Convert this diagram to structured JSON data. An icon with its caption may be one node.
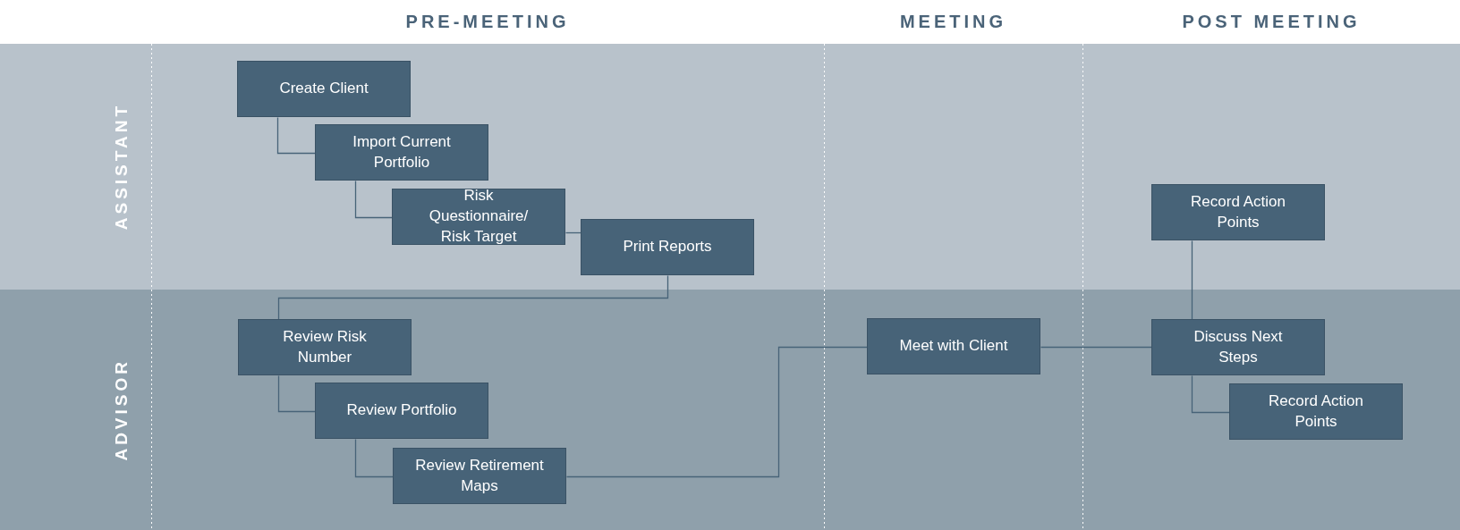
{
  "diagram": {
    "nodes": [
      {
        "text": [
          "ASSISTANT"
        ]
      },
      {
        "text": [
          "Create Client"
        ],
        "in": 0
      },
      {
        "text": [
          "Import Current Portfolio"
        ],
        "in": 0
      },
      {
        "text": [
          "Risk Questionnaire/ Risk Target"
        ],
        "in": 0
      },
      {
        "text": [
          "Print Reports"
        ],
        "in": 0
      },
      {
        "text": [
          "Record Action Points"
        ],
        "in": 0
      },
      {
        "text": [
          "ADVISOR"
        ]
      },
      {
        "text": [
          "Review Risk Number"
        ],
        "in": 6
      },
      {
        "text": [
          "Review Portfolio"
        ],
        "in": 6
      },
      {
        "text": [
          "Review Retirement Maps"
        ],
        "in": 6
      },
      {
        "text": [
          "Meet with Client"
        ],
        "in": 6
      },
      {
        "text": [
          "Discuss Next Steps"
        ],
        "in": 6
      },
      {
        "text": [
          "Record Action Points"
        ],
        "in": 6
      }
    ],
    "edges": [
      {
        "from": 1,
        "to": 2,
        "arrow": "none"
      },
      {
        "from": 2,
        "to": 3,
        "arrow": "none"
      },
      {
        "from": 3,
        "to": 4,
        "arrow": "none"
      },
      {
        "from": 4,
        "to": 7,
        "arrow": "none"
      },
      {
        "from": 7,
        "to": 8,
        "arrow": "none"
      },
      {
        "from": 8,
        "to": 9,
        "arrow": "none"
      },
      {
        "from": 9,
        "to": 10,
        "arrow": "none"
      },
      {
        "from": 10,
        "to": 11,
        "arrow": "none"
      },
      {
        "from": 11,
        "to": 5,
        "arrow": "none"
      },
      {
        "from": 11,
        "to": 12,
        "arrow": "none"
      }
    ],
    "labels": [
      "PRE-MEETING",
      "MEETING",
      "POST MEETING"
    ]
  }
}
